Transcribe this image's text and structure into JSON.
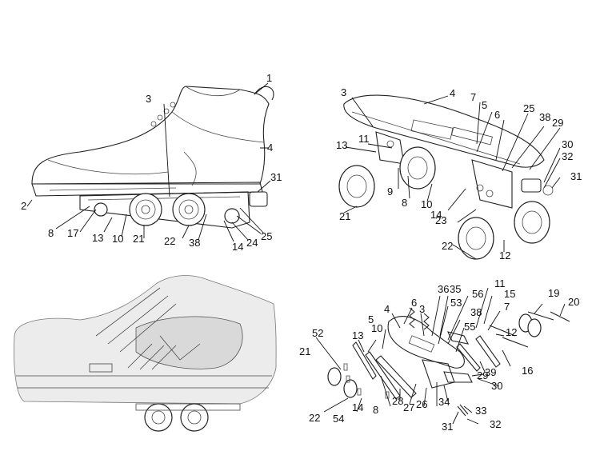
{
  "panels": {
    "side_view": {
      "labels": [
        "1",
        "2",
        "3",
        "4",
        "31",
        "8",
        "17",
        "13",
        "10",
        "21",
        "22",
        "38",
        "14",
        "24",
        "25"
      ]
    },
    "iso_view": {
      "labels": [
        "3",
        "4",
        "7",
        "5",
        "6",
        "25",
        "38",
        "29",
        "11",
        "13",
        "30",
        "32",
        "31",
        "9",
        "8",
        "10",
        "21",
        "14",
        "23",
        "22",
        "12"
      ]
    },
    "exploded_view": {
      "labels": [
        "36",
        "35",
        "56",
        "11",
        "15",
        "6",
        "53",
        "19",
        "20",
        "3",
        "4",
        "38",
        "7",
        "5",
        "55",
        "12",
        "10",
        "13",
        "52",
        "21",
        "16",
        "39",
        "29",
        "30",
        "8",
        "28",
        "27",
        "26",
        "34",
        "22",
        "14",
        "54",
        "33",
        "32",
        "31"
      ]
    }
  },
  "colors": {
    "line": "#222222",
    "background": "#ffffff"
  }
}
